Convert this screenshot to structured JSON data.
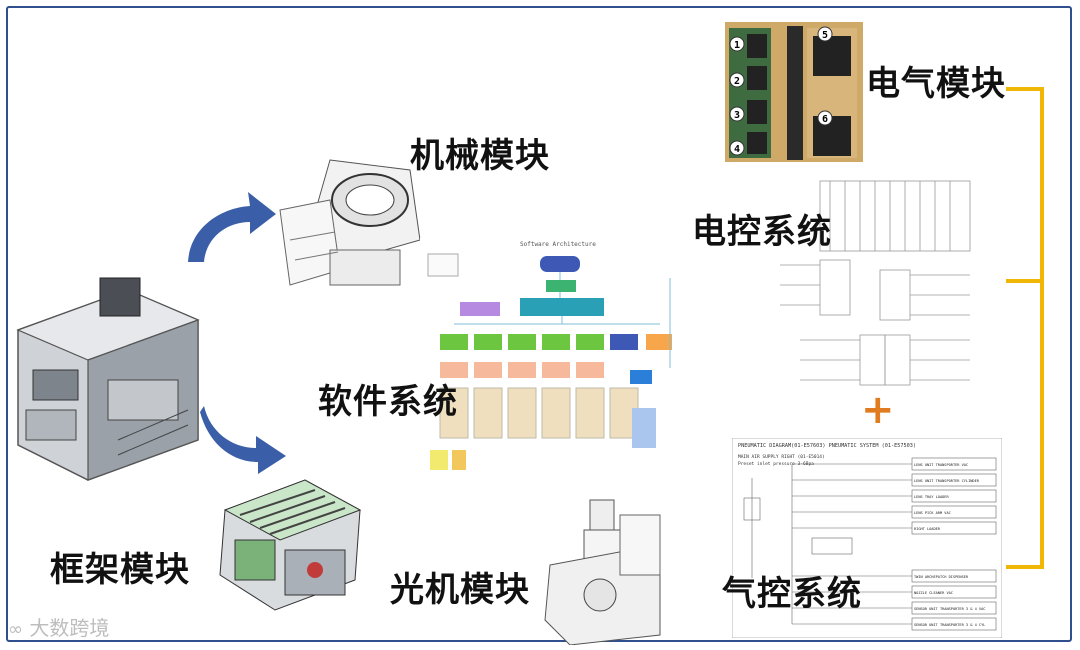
{
  "modules": {
    "mechanical": "机械模块",
    "frame": "框架模块",
    "software": "软件系统",
    "optical": "光机模块",
    "electrical": "电气模块",
    "electric_control": "电控系统",
    "pneumatic": "气控系统"
  },
  "plus_symbol": "+",
  "electrical_board": {
    "connector_numbers": [
      "1",
      "2",
      "3",
      "4",
      "5",
      "6"
    ]
  },
  "software_diagram": {
    "title": "Software Architecture"
  },
  "pneumatic_diagram": {
    "title": "PNEUMATIC DIAGRAM(01-E57603) PNEUMATIC SYSTEM (01-E57503)",
    "supply_lines": [
      "MAIN AIR SUPPLY RIGHT (01-E5014)",
      "Preset inlet pressure 3-6Bpa"
    ],
    "outputs": [
      "LENS UNIT TRANSPORTER VAC",
      "LENS UNIT TRANSPORTER CYLINDER",
      "LENS TRAY LOADER",
      "LENS PICK ARM VAC",
      "RIGHT LOADER",
      "TWIN ARCHEPATCH DISPENSER",
      "NOZZLE CLEANER VAC",
      "SENSOR UNIT TRANSPORTER 3 & 4 VAC",
      "SENSOR UNIT TRANSPORTER 3 & 4 CYL"
    ]
  },
  "watermark": "大数跨境",
  "colors": {
    "frame_border": "#2f4f8f",
    "arrow_blue": "#3a5fa8",
    "bracket_orange": "#f2b705",
    "plus_orange": "#e07b1f"
  }
}
